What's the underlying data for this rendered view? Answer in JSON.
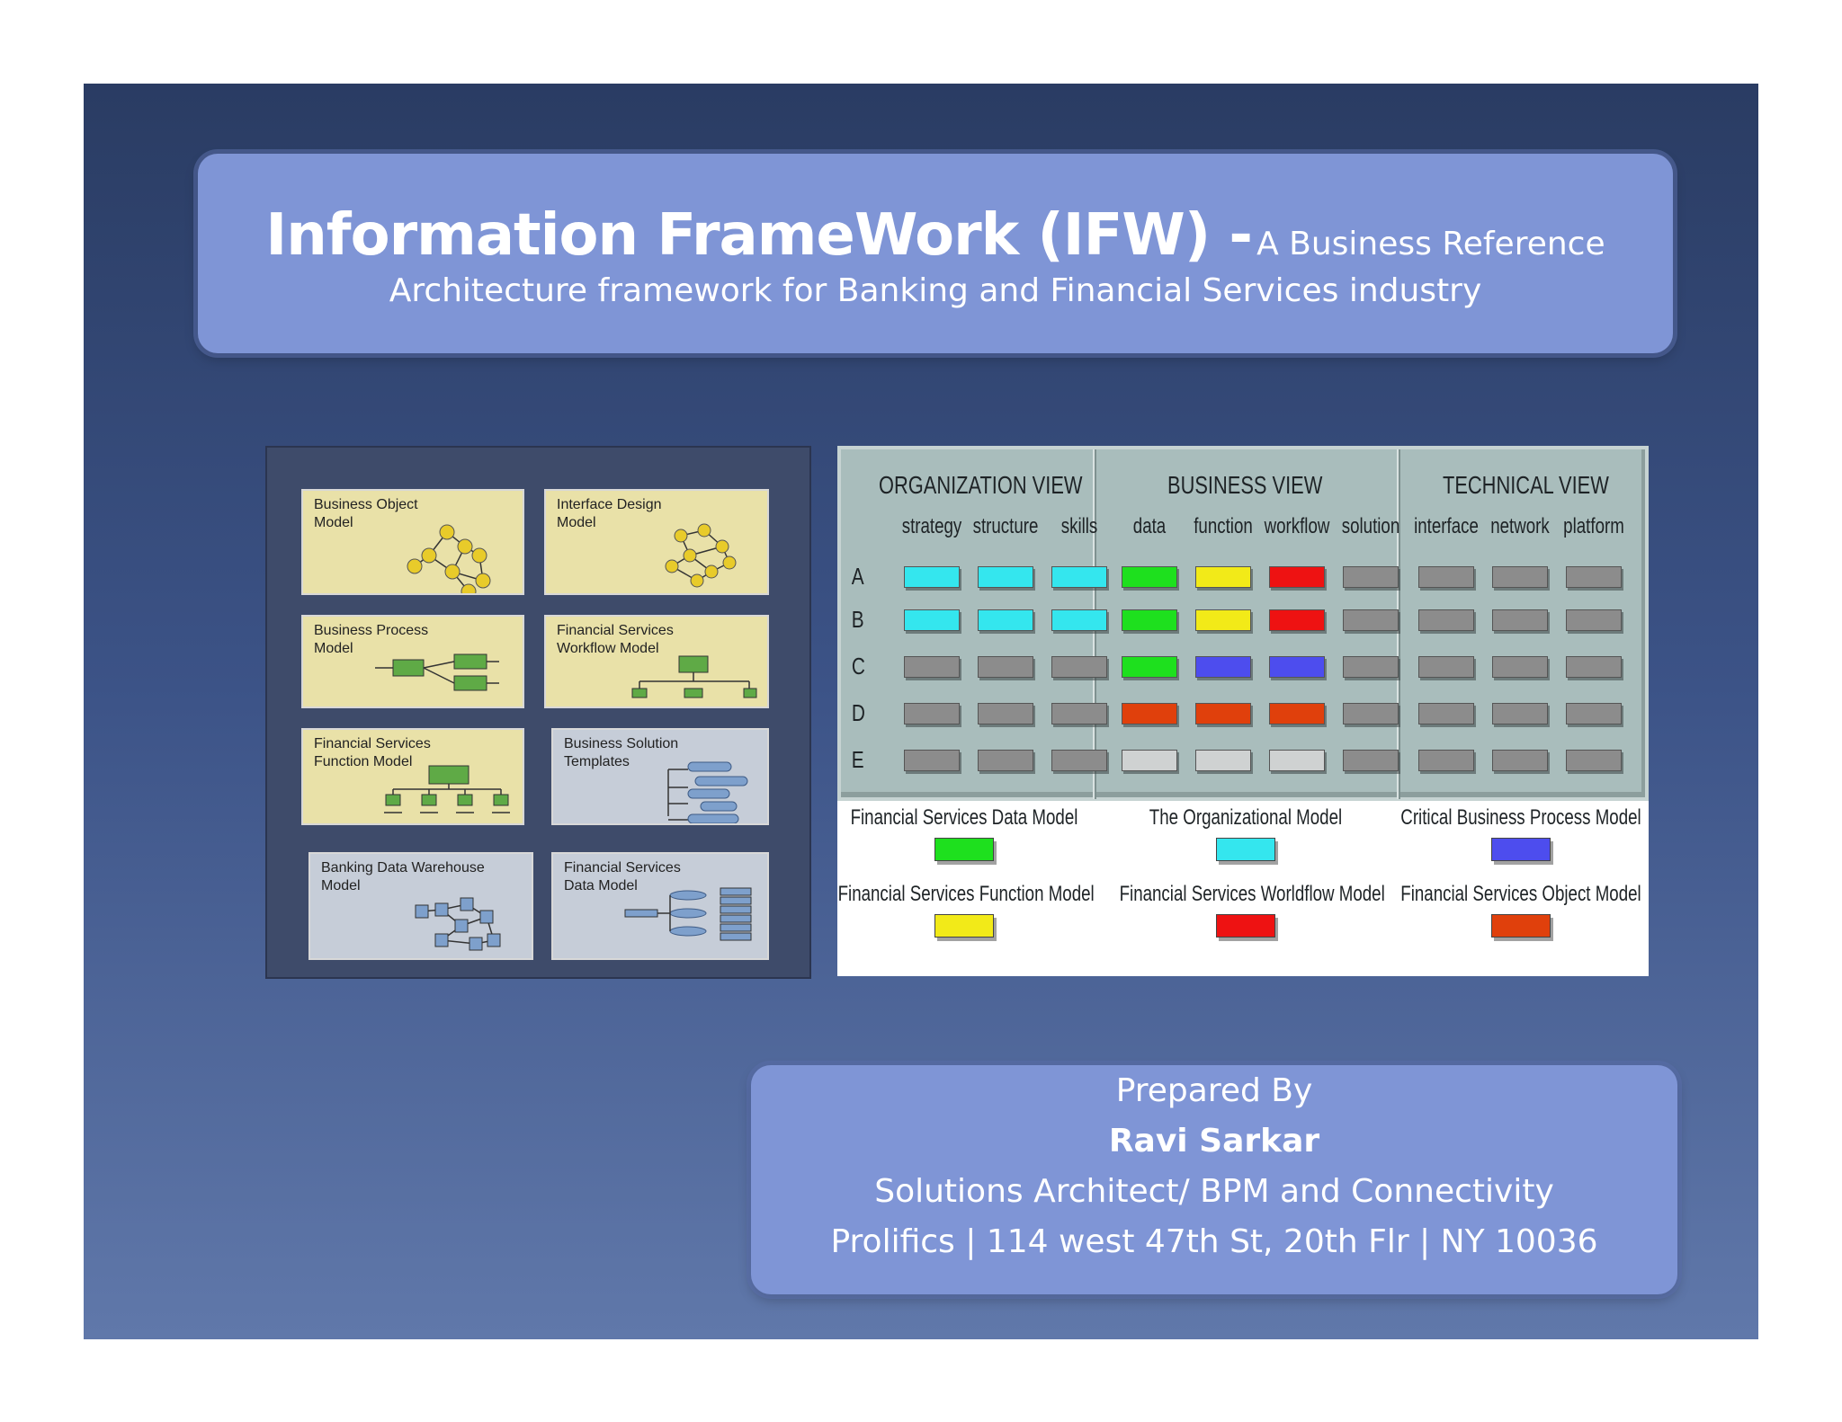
{
  "title": {
    "main": "Information FrameWork (IFW) -",
    "tail": "A Business  Reference",
    "line2": "Architecture framework for Banking and Financial Services industry"
  },
  "left_figure": {
    "cards": [
      {
        "label": "Business Object\nModel",
        "style": "yellow",
        "icon": "object-network-icon"
      },
      {
        "label": "Interface Design\nModel",
        "style": "yellow",
        "icon": "interface-network-icon"
      },
      {
        "label": "Business Process\nModel",
        "style": "yellow",
        "icon": "process-flow-icon"
      },
      {
        "label": "Financial Services\nWorkflow Model",
        "style": "yellow",
        "icon": "workflow-icon"
      },
      {
        "label": "Financial Services\nFunction Model",
        "style": "yellow",
        "icon": "hierarchy-icon"
      },
      {
        "label": "Business Solution\nTemplates",
        "style": "gray",
        "icon": "template-tree-icon"
      },
      {
        "label": "Banking Data Warehouse\nModel",
        "style": "gray",
        "icon": "warehouse-network-icon"
      },
      {
        "label": "Financial Services\nData Model",
        "style": "gray",
        "icon": "data-model-icon"
      }
    ]
  },
  "matrix": {
    "views": [
      {
        "title": "ORGANIZATION VIEW",
        "columns": [
          "strategy",
          "structure",
          "skills"
        ]
      },
      {
        "title": "BUSINESS VIEW",
        "columns": [
          "data",
          "function",
          "workflow",
          "solution"
        ]
      },
      {
        "title": "TECHNICAL VIEW",
        "columns": [
          "interface",
          "network",
          "platform"
        ]
      }
    ],
    "rows": [
      "A",
      "B",
      "C",
      "D",
      "E"
    ],
    "colors": {
      "cyan": "#34e6ee",
      "green": "#1ee01e",
      "yellow": "#f2ea18",
      "red": "#ee1212",
      "blue": "#4d4dee",
      "orange": "#e0400c",
      "gray": "#8c8c8c",
      "light": "#cfd2d2"
    },
    "cells": [
      [
        "cyan",
        "cyan",
        "cyan",
        "green",
        "yellow",
        "red",
        "gray",
        "gray",
        "gray",
        "gray"
      ],
      [
        "cyan",
        "cyan",
        "cyan",
        "green",
        "yellow",
        "red",
        "gray",
        "gray",
        "gray",
        "gray"
      ],
      [
        "gray",
        "gray",
        "gray",
        "green",
        "blue",
        "blue",
        "gray",
        "gray",
        "gray",
        "gray"
      ],
      [
        "gray",
        "gray",
        "gray",
        "orange",
        "orange",
        "orange",
        "gray",
        "gray",
        "gray",
        "gray"
      ],
      [
        "gray",
        "gray",
        "gray",
        "light",
        "light",
        "light",
        "gray",
        "gray",
        "gray",
        "gray"
      ]
    ],
    "legend": [
      {
        "label": "Financial Services Data Model",
        "color": "green"
      },
      {
        "label": "The Organizational Model",
        "color": "cyan"
      },
      {
        "label": "Critical Business Process Model",
        "color": "blue"
      },
      {
        "label": "Financial Services Function Model",
        "color": "yellow"
      },
      {
        "label": "Financial Services Worldflow Model",
        "color": "red"
      },
      {
        "label": "Financial Services Object Model",
        "color": "orange"
      }
    ]
  },
  "prepared": {
    "heading": "Prepared By",
    "name": "Ravi  Sarkar",
    "role": "Solutions Architect/ BPM and Connectivity",
    "address": "Prolifics | 114 west 47th St, 20th Flr | NY 10036"
  }
}
